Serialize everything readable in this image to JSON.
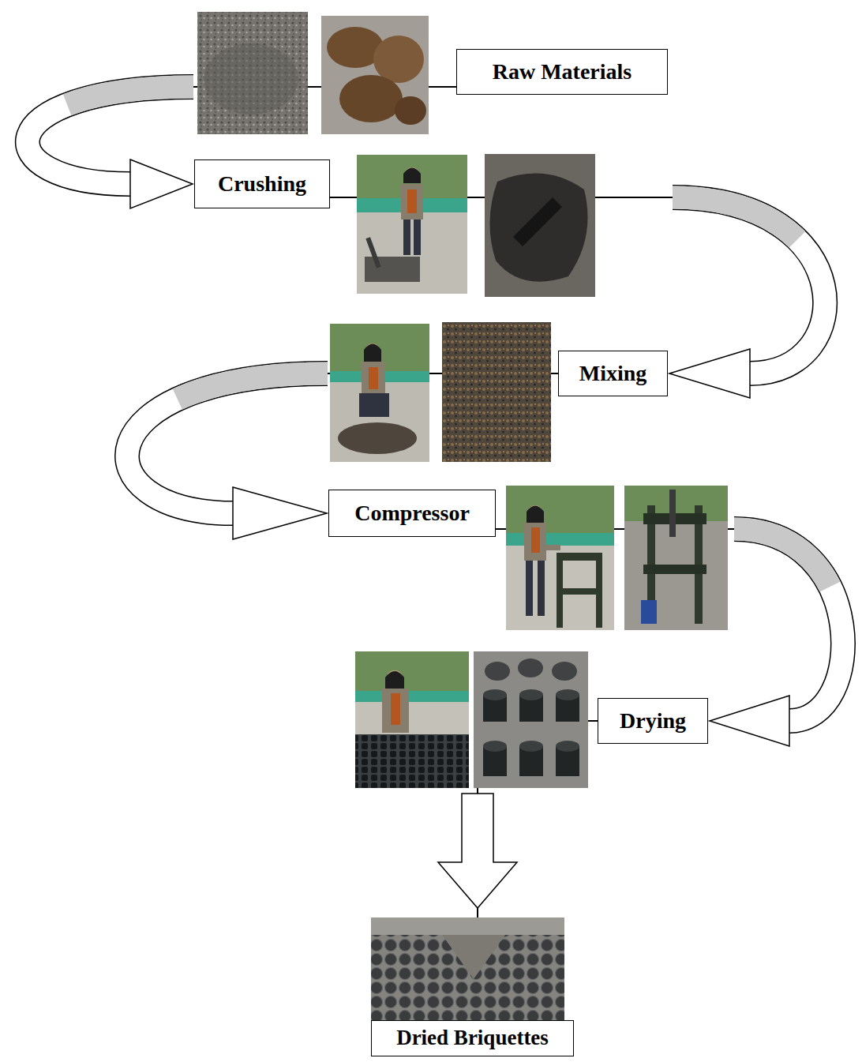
{
  "diagram": {
    "nodes": [
      {
        "text": [
          "Raw Materials"
        ]
      },
      {
        "text": [
          "Crushing"
        ]
      },
      {
        "text": [
          "Mixing"
        ]
      },
      {
        "text": [
          "Compressor"
        ]
      },
      {
        "text": [
          "Drying"
        ]
      },
      {
        "text": [
          "Dried Briquettes"
        ]
      }
    ],
    "edges": [
      {
        "from": 0,
        "to": 1,
        "arrow": "to"
      },
      {
        "from": 1,
        "to": 2,
        "arrow": "to"
      },
      {
        "from": 2,
        "to": 3,
        "arrow": "to"
      },
      {
        "from": 3,
        "to": 4,
        "arrow": "to"
      },
      {
        "from": 4,
        "to": 5,
        "arrow": "to"
      }
    ]
  }
}
